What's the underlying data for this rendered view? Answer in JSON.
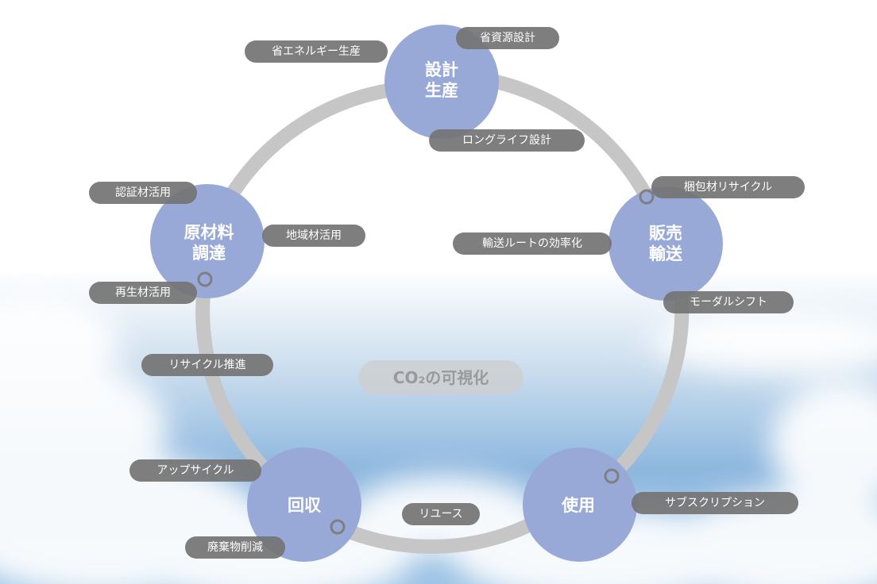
{
  "center": {
    "label": "CO₂の可視化"
  },
  "stages": [
    {
      "id": "design",
      "label": "設計\n生産"
    },
    {
      "id": "sales",
      "label": "販売\n輸送"
    },
    {
      "id": "use",
      "label": "使用"
    },
    {
      "id": "collect",
      "label": "回収"
    },
    {
      "id": "material",
      "label": "原材料\n調達"
    }
  ],
  "tags": [
    "省資源設計",
    "省エネルギー生産",
    "ロングライフ設計",
    "梱包材リサイクル",
    "輸送ルートの効率化",
    "モーダルシフト",
    "サブスクリプション",
    "リユース",
    "アップサイクル",
    "廃棄物削減",
    "リサイクル推進",
    "再生材活用",
    "認証材活用",
    "地域材活用"
  ],
  "colors": {
    "stage": "#98a9d8",
    "ring": "#c6c6c6",
    "tag": "#747474",
    "sky": "#8fb8df"
  }
}
